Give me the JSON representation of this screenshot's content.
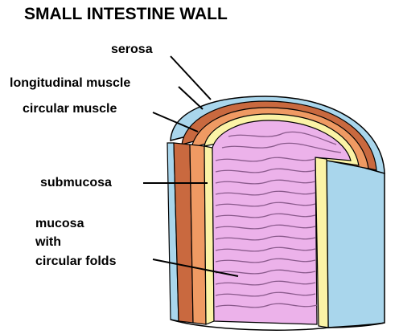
{
  "title": "SMALL INTESTINE WALL",
  "labels": {
    "serosa": "serosa",
    "longitudinal_muscle": "longitudinal muscle",
    "circular_muscle": "circular muscle",
    "submucosa": "submucosa",
    "mucosa_line1": "mucosa",
    "mucosa_line2": "with",
    "mucosa_line3": "circular folds"
  },
  "colors": {
    "serosa": "#a9d6ec",
    "longitudinal_muscle": "#c9693f",
    "circular_muscle": "#ef9a63",
    "submucosa": "#fbf3a6",
    "mucosa": "#ecb2ea"
  }
}
